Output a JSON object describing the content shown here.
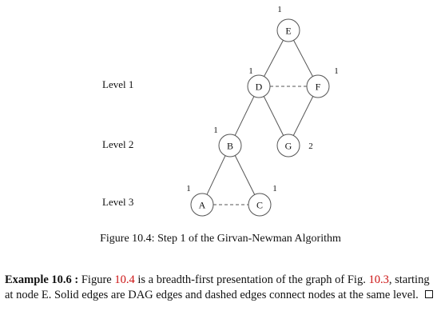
{
  "levels": [
    {
      "label": "Level 1"
    },
    {
      "label": "Level 2"
    },
    {
      "label": "Level 3"
    }
  ],
  "nodes": [
    {
      "id": "E",
      "label": "E",
      "count": "1"
    },
    {
      "id": "D",
      "label": "D",
      "count": "1"
    },
    {
      "id": "F",
      "label": "F",
      "count": "1"
    },
    {
      "id": "B",
      "label": "B",
      "count": "1"
    },
    {
      "id": "G",
      "label": "G",
      "count": "2"
    },
    {
      "id": "A",
      "label": "A",
      "count": "1"
    },
    {
      "id": "C",
      "label": "C",
      "count": "1"
    }
  ],
  "edges": [
    {
      "from": "E",
      "to": "D",
      "style": "solid"
    },
    {
      "from": "E",
      "to": "F",
      "style": "solid"
    },
    {
      "from": "D",
      "to": "F",
      "style": "dashed"
    },
    {
      "from": "D",
      "to": "B",
      "style": "solid"
    },
    {
      "from": "D",
      "to": "G",
      "style": "solid"
    },
    {
      "from": "F",
      "to": "G",
      "style": "solid"
    },
    {
      "from": "B",
      "to": "A",
      "style": "solid"
    },
    {
      "from": "B",
      "to": "C",
      "style": "solid"
    },
    {
      "from": "A",
      "to": "C",
      "style": "dashed"
    }
  ],
  "caption": "Figure 10.4: Step 1 of the Girvan-Newman Algorithm",
  "example": {
    "heading": "Example 10.6 :",
    "t1": " Figure ",
    "ref1": "10.4",
    "t2": " is a breadth-first presentation of the graph of Fig. ",
    "ref2": "10.3",
    "t3": ", starting at node E. Solid edges are DAG edges and dashed edges connect nodes at the same level."
  }
}
